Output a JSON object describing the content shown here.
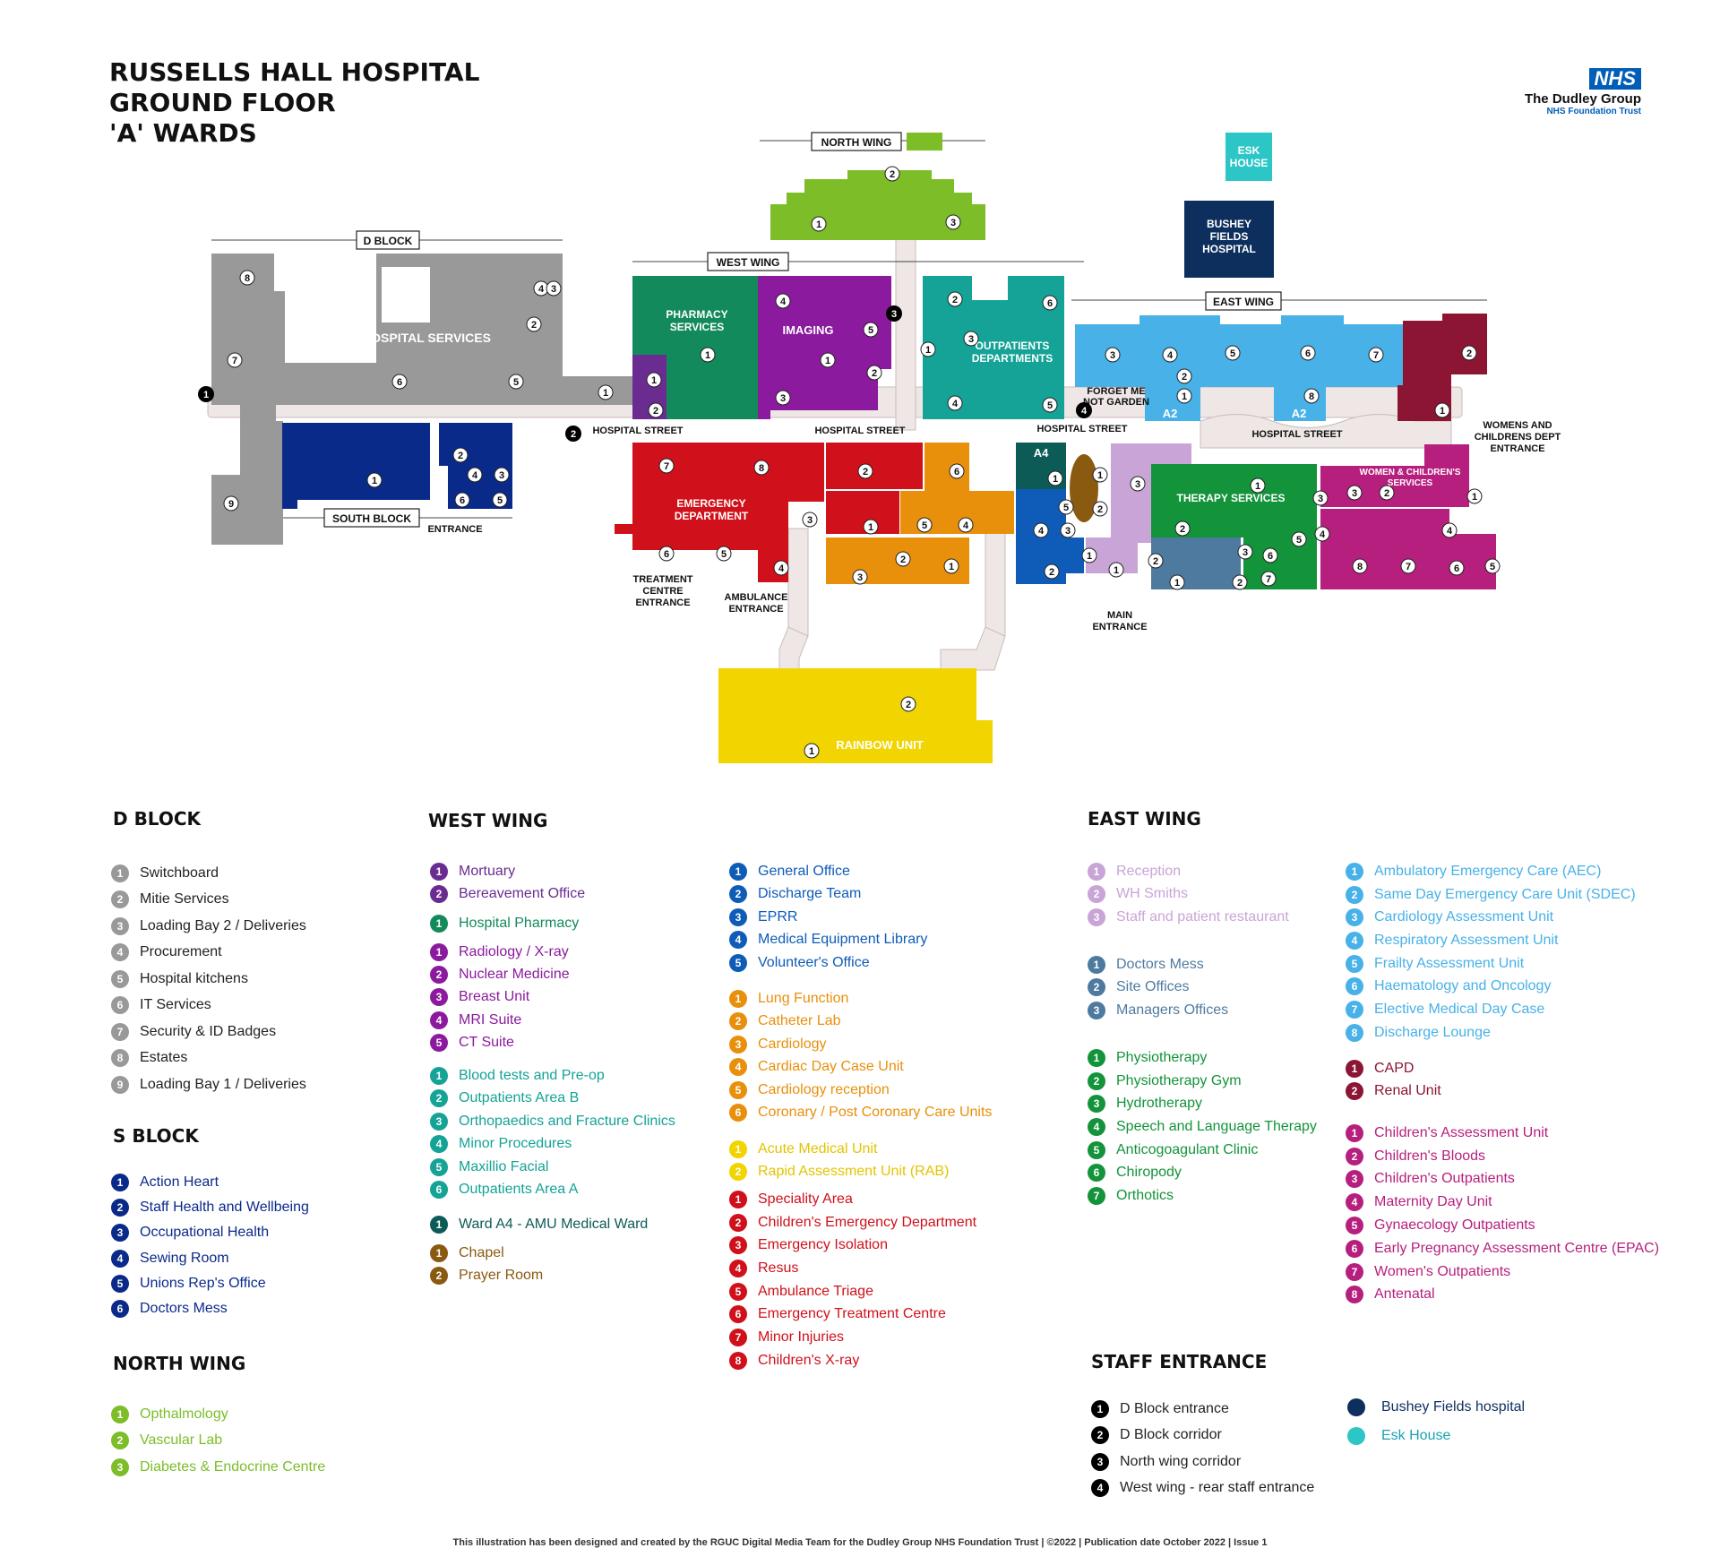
{
  "title": {
    "line1": "RUSSELLS HALL HOSPITAL",
    "line2": "GROUND FLOOR",
    "line3": "'A' WARDS"
  },
  "logo": {
    "badge": "NHS",
    "name": "The Dudley Group",
    "sub": "NHS Foundation Trust"
  },
  "colors": {
    "d_block": "#999999",
    "s_block": "#0a2a8a",
    "north_wing": "#7cbd28",
    "west_mortuary": "#6a2c91",
    "west_pharmacy": "#138a5b",
    "west_imaging": "#8b1a9e",
    "west_outpatients": "#14a396",
    "west_general": "#0f5cb8",
    "west_cardiology": "#e8900c",
    "west_acute": "#f2d400",
    "west_emergency": "#d0101a",
    "west_a4": "#0d5b57",
    "west_chapel": "#8a5a10",
    "east_reception": "#c9a4d6",
    "east_doctors": "#4e7aa0",
    "east_therapy": "#13933a",
    "east_ambulatory": "#47b1e8",
    "east_renal": "#8c1534",
    "east_women": "#b61f7e",
    "staff": "#000000",
    "bushey": "#0d2f5e",
    "esk": "#2cc6c6",
    "street": "#efe6e6"
  },
  "map": {
    "tags": {
      "north_wing": "NORTH WING",
      "d_block": "D BLOCK",
      "west_wing": "WEST WING",
      "east_wing": "EAST WING",
      "south_block": "SOUTH BLOCK"
    },
    "labels": {
      "esk_1": "ESK",
      "esk_2": "HOUSE",
      "bushey_1": "BUSHEY",
      "bushey_2": "FIELDS",
      "bushey_3": "HOSPITAL",
      "hospital_services": "HOSPITAL SERVICES",
      "pharmacy_1": "PHARMACY",
      "pharmacy_2": "SERVICES",
      "imaging": "IMAGING",
      "outpatients_1": "OUTPATIENTS",
      "outpatients_2": "DEPARTMENTS",
      "emergency_1": "EMERGENCY",
      "emergency_2": "DEPARTMENT",
      "therapy": "THERAPY SERVICES",
      "women_1": "WOMEN & CHILDREN'S",
      "women_2": "SERVICES",
      "a4": "A4",
      "a2_left": "A2",
      "a2_right": "A2",
      "rainbow": "RAINBOW UNIT",
      "street_1": "HOSPITAL STREET",
      "street_2": "HOSPITAL STREET",
      "street_3": "HOSPITAL STREET",
      "street_4": "HOSPITAL STREET",
      "forget_1": "FORGET ME",
      "forget_2": "NOT GARDEN",
      "entrance": "ENTRANCE",
      "treatment_1": "TREATMENT",
      "treatment_2": "CENTRE",
      "treatment_3": "ENTRANCE",
      "ambulance_1": "AMBULANCE",
      "ambulance_2": "ENTRANCE",
      "main_1": "MAIN",
      "main_2": "ENTRANCE",
      "womens_1": "WOMENS AND",
      "womens_2": "CHILDRENS DEPT",
      "womens_3": "ENTRANCE"
    }
  },
  "legend": {
    "d_block": {
      "title": "D BLOCK",
      "items": [
        "Switchboard",
        "Mitie Services",
        "Loading Bay 2 / Deliveries",
        "Procurement",
        "Hospital kitchens",
        "IT Services",
        "Security & ID Badges",
        "Estates",
        "Loading Bay 1 / Deliveries"
      ]
    },
    "s_block": {
      "title": "S BLOCK",
      "items": [
        "Action Heart",
        "Staff Health and Wellbeing",
        "Occupational Health",
        "Sewing Room",
        "Unions Rep's Office",
        "Doctors Mess"
      ]
    },
    "north_wing": {
      "title": "NORTH WING",
      "items": [
        "Opthalmology",
        "Vascular Lab",
        "Diabetes & Endocrine Centre"
      ]
    },
    "west_wing": {
      "title": "WEST WING",
      "mortuary": [
        "Mortuary",
        "Bereavement Office"
      ],
      "pharmacy": [
        "Hospital Pharmacy"
      ],
      "imaging": [
        "Radiology / X-ray",
        "Nuclear Medicine",
        "Breast Unit",
        "MRI Suite",
        "CT Suite"
      ],
      "outpatients": [
        "Blood tests and Pre-op",
        "Outpatients Area B",
        "Orthopaedics and Fracture Clinics",
        "Minor Procedures",
        "Maxillio Facial",
        "Outpatients Area A"
      ],
      "a4": [
        "Ward A4 - AMU Medical Ward"
      ],
      "chapel": [
        "Chapel",
        "Prayer Room"
      ],
      "general": [
        "General Office",
        "Discharge Team",
        "EPRR",
        "Medical Equipment Library",
        "Volunteer's Office"
      ],
      "cardiology": [
        "Lung Function",
        "Catheter Lab",
        "Cardiology",
        "Cardiac Day Case Unit",
        "Cardiology reception",
        "Coronary / Post Coronary Care Units"
      ],
      "acute": [
        "Acute Medical Unit",
        "Rapid Assessment Unit (RAB)"
      ],
      "emergency": [
        "Speciality Area",
        "Children's Emergency Department",
        "Emergency Isolation",
        "Resus",
        "Ambulance Triage",
        "Emergency Treatment Centre",
        "Minor Injuries",
        "Children's X-ray"
      ]
    },
    "east_wing": {
      "title": "EAST WING",
      "reception": [
        "Reception",
        "WH Smiths",
        "Staff and patient restaurant"
      ],
      "doctors": [
        "Doctors Mess",
        "Site Offices",
        "Managers Offices"
      ],
      "therapy": [
        "Physiotherapy",
        "Physiotherapy Gym",
        "Hydrotherapy",
        "Speech and Language Therapy",
        "Anticogoagulant Clinic",
        "Chiropody",
        "Orthotics"
      ],
      "ambulatory": [
        "Ambulatory Emergency Care (AEC)",
        "Same Day Emergency Care Unit (SDEC)",
        "Cardiology Assessment Unit",
        "Respiratory Assessment Unit",
        "Frailty Assessment Unit",
        "Haematology and Oncology",
        "Elective Medical Day Case",
        "Discharge Lounge"
      ],
      "renal": [
        "CAPD",
        "Renal Unit"
      ],
      "women": [
        "Children's Assessment Unit",
        "Children's Bloods",
        "Children's Outpatients",
        "Maternity Day Unit",
        "Gynaecology Outpatients",
        "Early Pregnancy Assessment Centre (EPAC)",
        "Women's Outpatients",
        "Antenatal"
      ]
    },
    "staff_entrance": {
      "title": "STAFF ENTRANCE",
      "items": [
        "D Block entrance",
        "D Block corridor",
        "North wing corridor",
        "West wing - rear staff entrance"
      ]
    },
    "other_sites": {
      "bushey": "Bushey Fields hospital",
      "esk": "Esk House"
    }
  },
  "footer": "This illustration has been designed and created by the RGUC Digital Media Team for the Dudley Group NHS Foundation Trust | ©2022 | Publication date October 2022 | Issue 1"
}
